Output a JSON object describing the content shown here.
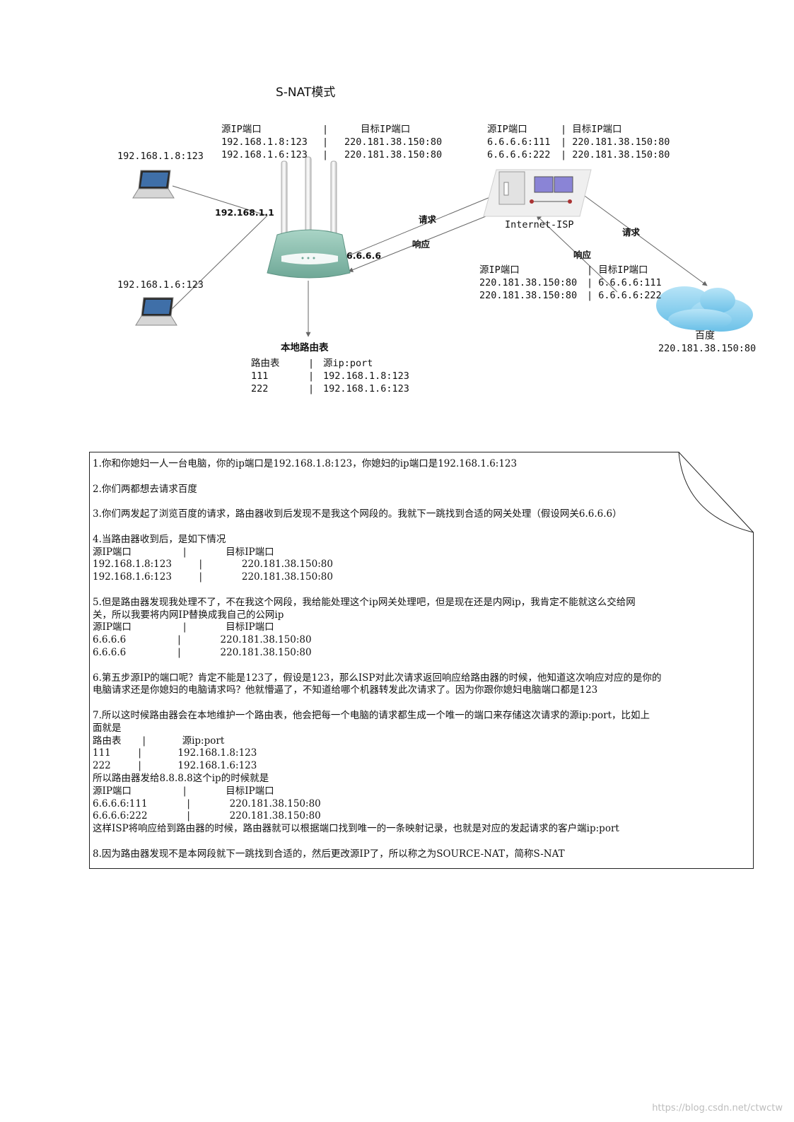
{
  "diagram": {
    "title": "S-NAT模式",
    "top_left_table": {
      "header_src": "源IP端口",
      "header_sep": "|",
      "header_dst": "目标IP端口",
      "rows": [
        {
          "src": "192.168.1.8:123",
          "sep": "|",
          "dst": "220.181.38.150:80"
        },
        {
          "src": "192.168.1.6:123",
          "sep": "|",
          "dst": "220.181.38.150:80"
        }
      ]
    },
    "top_right_table": {
      "header_src": "源IP端口",
      "header_dst": "| 目标IP端口",
      "rows": [
        {
          "src": "6.6.6.6:111",
          "dst": "| 220.181.38.150:80"
        },
        {
          "src": "6.6.6.6:222",
          "dst": "| 220.181.38.150:80"
        }
      ]
    },
    "bottom_right_table": {
      "header_src": "源IP端口",
      "header_dst": "| 目标IP端口",
      "rows": [
        {
          "src": "220.181.38.150:80",
          "dst": "| 6.6.6.6:111"
        },
        {
          "src": "220.181.38.150:80",
          "dst": "| 6.6.6.6:222"
        }
      ]
    },
    "laptop1_label": "192.168.1.8:123",
    "laptop2_label": "192.168.1.6:123",
    "router_lan_ip": "192.168.1.1",
    "router_wan_ip": "6.6.6.6",
    "isp_label": "Internet-ISP",
    "request_label_1": "请求",
    "response_label_1": "响应",
    "request_label_2": "请求",
    "response_label_2": "响应",
    "cloud_name": "百度",
    "cloud_ip": "220.181.38.150:80",
    "routing_title": "本地路由表",
    "routing_table": {
      "header_left": "路由表",
      "header_sep": "|",
      "header_right": "源ip:port",
      "rows": [
        {
          "left": "111",
          "sep": "|",
          "right": "192.168.1.8:123"
        },
        {
          "left": "222",
          "sep": "|",
          "right": "192.168.1.6:123"
        }
      ]
    },
    "colors": {
      "router_body": "#8fc2b3",
      "cloud": "#8ed0ee",
      "line": "#666666"
    }
  },
  "note": {
    "lines": [
      "1.你和你媳妇一人一台电脑，你的ip端口是192.168.1.8:123，你媳妇的ip端口是192.168.1.6:123",
      "",
      "2.你们两都想去请求百度",
      "",
      "3.你们两发起了浏览百度的请求，路由器收到后发现不是我这个网段的。我就下一跳找到合适的网关处理（假设网关6.6.6.6）",
      "",
      "4.当路由器收到后，是如下情况",
      "源IP端口                 |             目标IP端口",
      "192.168.1.8:123         |             220.181.38.150:80",
      "192.168.1.6:123         |             220.181.38.150:80",
      "",
      "5.但是路由器发现我处理不了，不在我这个网段，我给能处理这个ip网关处理吧，但是现在还是内网ip，我肯定不能就这么交给网",
      "关，所以我要将内网IP替换成我自己的公网ip",
      "源IP端口                 |             目标IP端口",
      "6.6.6.6                 |             220.181.38.150:80",
      "6.6.6.6                 |             220.181.38.150:80",
      "",
      "6.第五步源IP的端口呢？肯定不能是123了，假设是123，那么ISP对此次请求返回响应给路由器的时候，他知道这次响应对应的是你的",
      "电脑请求还是你媳妇的电脑请求吗？他就懵逼了，不知道给哪个机器转发此次请求了。因为你跟你媳妇电脑端口都是123",
      "",
      "7.所以这时候路由器会在本地维护一个路由表，他会把每一个电脑的请求都生成一个唯一的端口来存储这次请求的源ip:port，比如上",
      "面就是",
      "路由表       |            源ip:port",
      "111         |            192.168.1.8:123",
      "222         |            192.168.1.6:123",
      "所以路由器发给8.8.8.8这个ip的时候就是",
      "源IP端口                 |             目标IP端口",
      "6.6.6.6:111             |             220.181.38.150:80",
      "6.6.6.6:222             |             220.181.38.150:80",
      "这样ISP将响应给到路由器的时候，路由器就可以根据端口找到唯一的一条映射记录，也就是对应的发起请求的客户端ip:port",
      "",
      "8.因为路由器发现不是本网段就下一跳找到合适的，然后更改源IP了，所以称之为SOURCE-NAT，简称S-NAT"
    ]
  },
  "watermark": "https://blog.csdn.net/ctwctw"
}
